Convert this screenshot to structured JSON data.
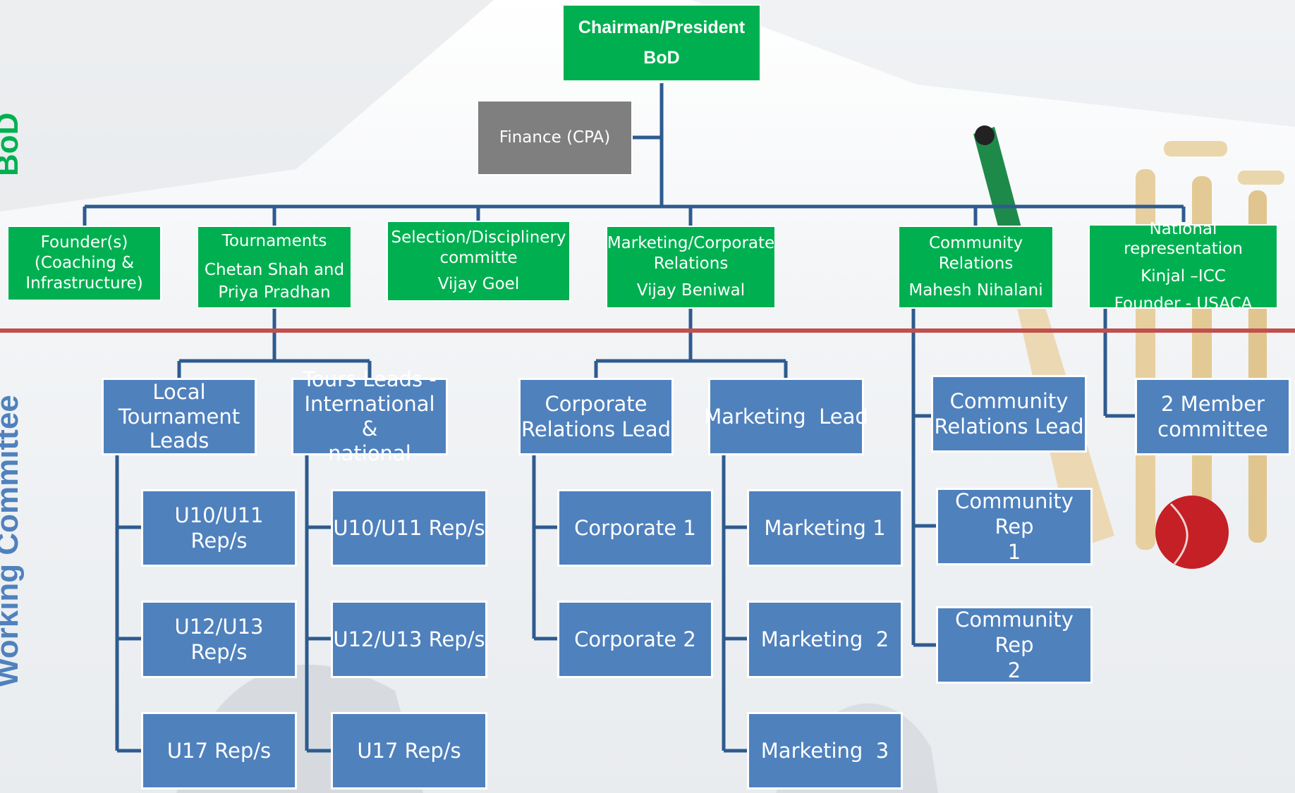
{
  "side_labels": {
    "top": "BoD",
    "bottom": "Working Committee"
  },
  "colors": {
    "green": "#00b050",
    "blue": "#4f81bd",
    "gray": "#7f7f7f",
    "line": "#2e5b8f",
    "divider": "#c0504d"
  },
  "top": {
    "chairman": {
      "line1": "Chairman/President",
      "line2": "BoD"
    },
    "finance": "Finance (CPA)"
  },
  "bod": {
    "founders": {
      "line1": "Founder(s)",
      "line2": "(Coaching &",
      "line3": "Infrastructure)"
    },
    "tournaments": {
      "title": "Tournaments",
      "line2": "Chetan Shah and",
      "line3": "Priya Pradhan"
    },
    "selection": {
      "title": "Selection/Disciplinery",
      "line2": "committe",
      "line3": "Vijay Goel"
    },
    "marketing": {
      "title": "Marketing/Corporate",
      "line2": "Relations",
      "line3": "Vijay Beniwal"
    },
    "community": {
      "title": "Community",
      "line2": "Relations",
      "line3": "Mahesh Nihalani"
    },
    "national": {
      "title": "National representation",
      "line2": "Kinjal –ICC",
      "line3": "Founder - USACA"
    }
  },
  "working": {
    "local_leads": {
      "line1": "Local",
      "line2": "Tournament",
      "line3": "Leads"
    },
    "tours_leads": {
      "line1": "Tours Leads -",
      "line2": "International &",
      "line3": "national"
    },
    "corp_lead": {
      "line1": "Corporate",
      "line2": "Relations Lead"
    },
    "mkt_lead": "Marketing  Lead",
    "comm_lead": {
      "line1": "Community",
      "line2": "Relations Lead"
    },
    "member_committee": {
      "line1": "2 Member",
      "line2": "committee"
    },
    "local_reps": [
      "U10/U11 Rep/s",
      "U12/U13 Rep/s",
      "U17 Rep/s"
    ],
    "tours_reps": [
      "U10/U11 Rep/s",
      "U12/U13 Rep/s",
      "U17 Rep/s"
    ],
    "corp_reps": [
      "Corporate 1",
      "Corporate 2"
    ],
    "mkt_reps": [
      "Marketing 1",
      "Marketing  2",
      "Marketing  3"
    ],
    "comm_reps": [
      {
        "line1": "Community Rep",
        "line2": "1"
      },
      {
        "line1": "Community Rep",
        "line2": "2"
      }
    ]
  }
}
